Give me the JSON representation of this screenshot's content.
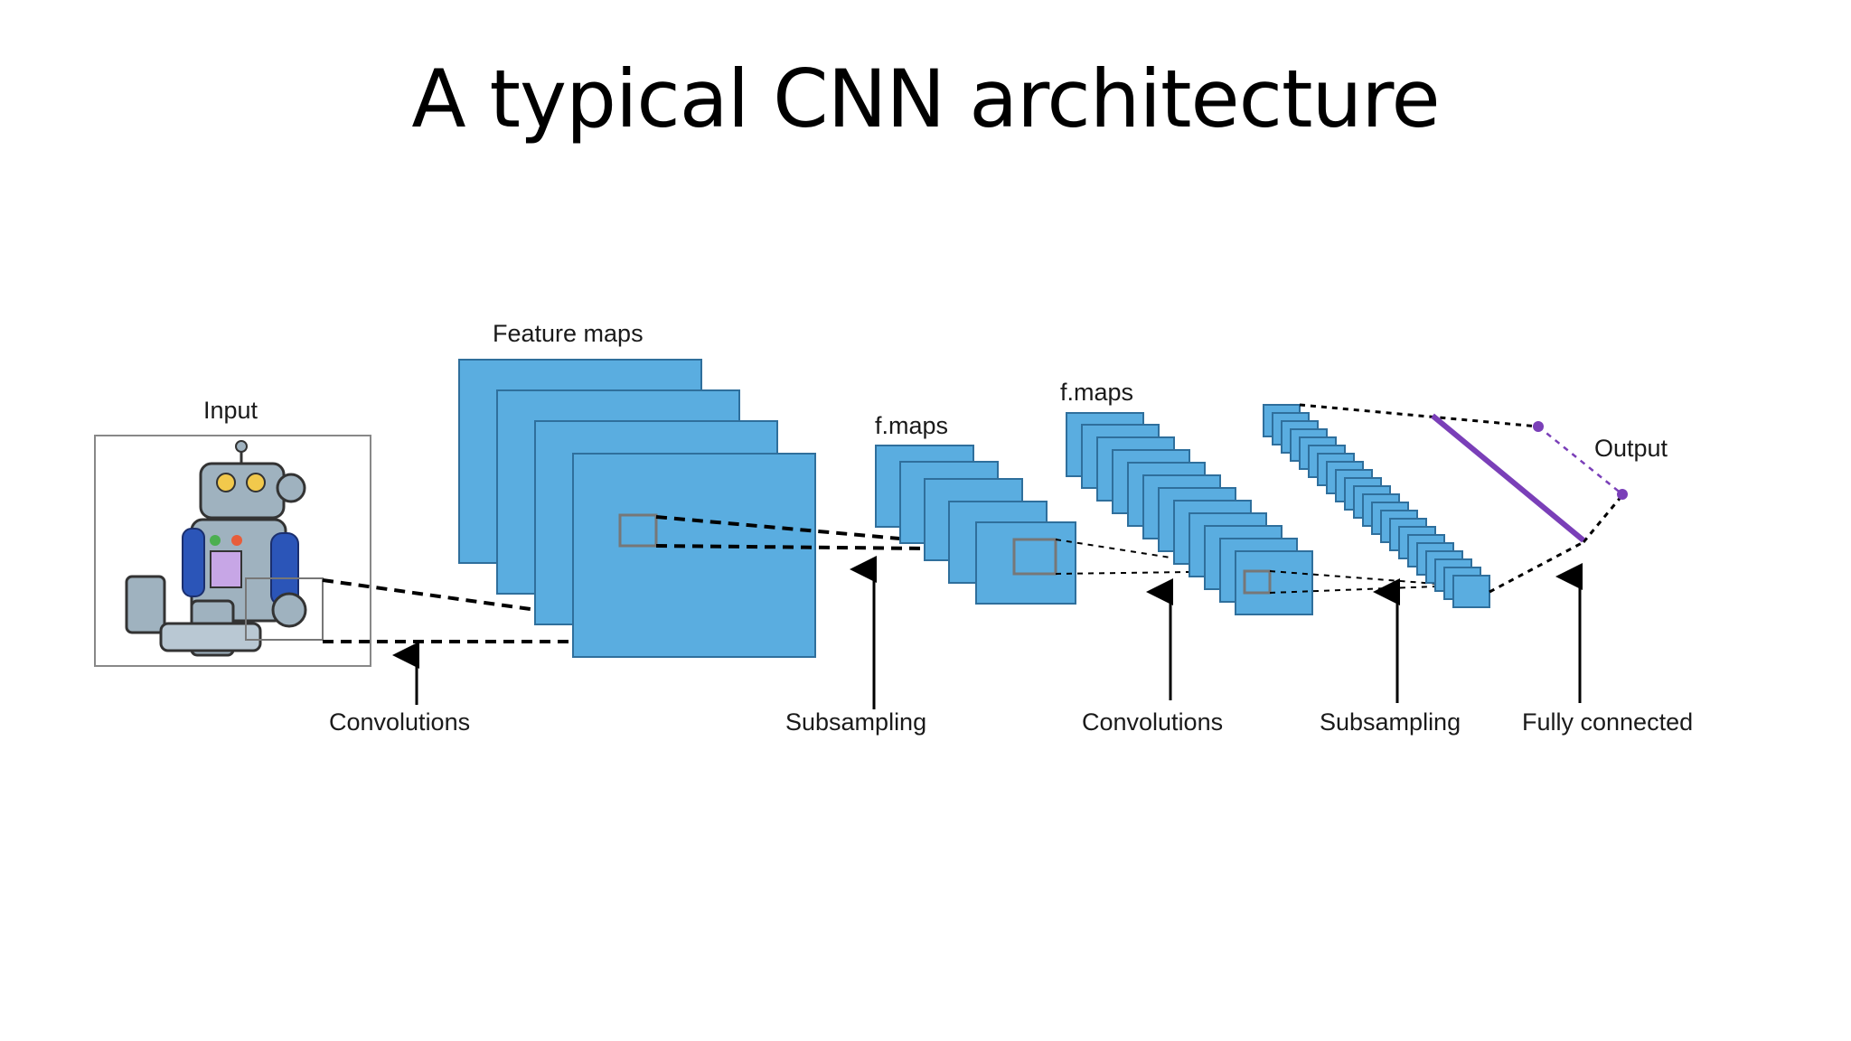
{
  "title": "A typical CNN architecture",
  "labels": {
    "input": "Input",
    "feature_maps": "Feature maps",
    "fmaps_1": "f.maps",
    "fmaps_2": "f.maps",
    "output": "Output",
    "convolutions_1": "Convolutions",
    "subsampling_1": "Subsampling",
    "convolutions_2": "Convolutions",
    "subsampling_2": "Subsampling",
    "fully_connected": "Fully connected"
  },
  "colors": {
    "feature_map_fill": "#5aade0",
    "feature_map_stroke": "#2f6f9c",
    "output_purple": "#7a3fb8"
  },
  "icons": {
    "input_image": "robot-toy-illustration"
  }
}
